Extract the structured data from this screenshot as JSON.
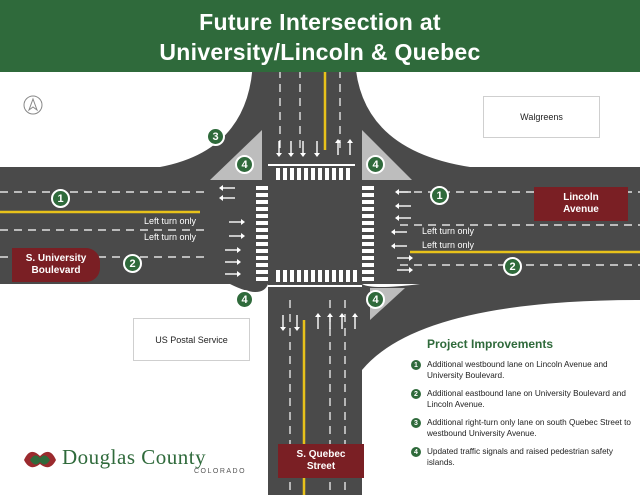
{
  "title": {
    "line1": "Future Intersection at",
    "line2": "University/Lincoln & Quebec"
  },
  "places": {
    "walgreens": "Walgreens",
    "post_office": "US Postal Service"
  },
  "roads": {
    "lincoln": {
      "line1": "Lincoln",
      "line2": "Avenue"
    },
    "university": {
      "line1": "S. University",
      "line2": "Boulevard"
    },
    "quebec": {
      "line1": "S. Quebec",
      "line2": "Street"
    }
  },
  "lane_labels": {
    "left_turn_only": "Left turn only"
  },
  "badges": [
    "1",
    "1",
    "2",
    "2",
    "3",
    "4",
    "4",
    "4",
    "4"
  ],
  "legend": {
    "heading": "Project Improvements",
    "items": [
      {
        "num": "1",
        "text": "Additional westbound lane on Lincoln Avenue and University Boulevard."
      },
      {
        "num": "2",
        "text": "Additional eastbound lane on University Boulevard and Lincoln Avenue."
      },
      {
        "num": "3",
        "text": "Additional right-turn only lane on south Quebec Street to westbound University Avenue."
      },
      {
        "num": "4",
        "text": "Updated traffic signals and raised pedestrian safety islands."
      }
    ]
  },
  "logo": {
    "name": "Douglas County",
    "sub": "COLORADO"
  },
  "colors": {
    "green": "#2f6a3b",
    "maroon": "#7a1f24",
    "asphalt": "#4a4a4a",
    "yellow": "#e8c21a"
  },
  "icons": [
    "north-arrow-icon",
    "arrow-icon",
    "douglas-county-logo-icon"
  ]
}
